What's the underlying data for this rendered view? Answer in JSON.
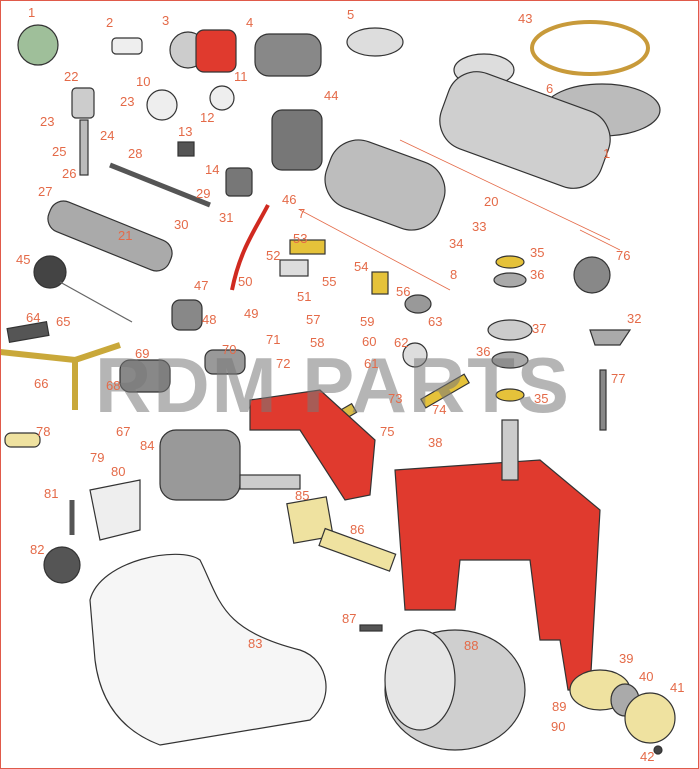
{
  "diagram": {
    "watermark": "RDM PARTS",
    "accent_color": "#e03a2e",
    "label_color": "#e46a48",
    "labels": [
      "1",
      "2",
      "3",
      "4",
      "5",
      "43",
      "6",
      "22",
      "10",
      "11",
      "23",
      "23",
      "12",
      "24",
      "13",
      "44",
      "1",
      "25",
      "28",
      "14",
      "26",
      "20",
      "27",
      "29",
      "30",
      "31",
      "46",
      "7",
      "33",
      "34",
      "35",
      "76",
      "21",
      "53",
      "8",
      "52",
      "54",
      "36",
      "45",
      "47",
      "50",
      "55",
      "56",
      "51",
      "32",
      "64",
      "65",
      "48",
      "49",
      "57",
      "59",
      "63",
      "37",
      "62",
      "58",
      "60",
      "69",
      "70",
      "71",
      "36",
      "61",
      "77",
      "66",
      "68",
      "72",
      "73",
      "74",
      "35",
      "75",
      "67",
      "84",
      "38",
      "78",
      "79",
      "80",
      "81",
      "85",
      "86",
      "82",
      "83",
      "87",
      "88",
      "39",
      "40",
      "41",
      "89",
      "90",
      "42"
    ]
  }
}
